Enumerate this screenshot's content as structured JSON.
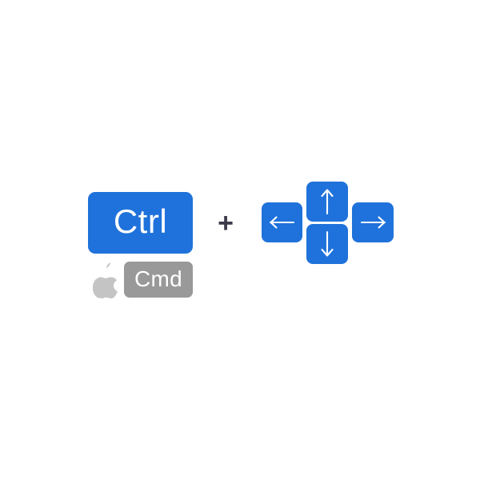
{
  "illustration": {
    "title": "Ctrl plus arrow keys shortcut",
    "background_color": "#ffffff"
  },
  "colors": {
    "key_blue": "#1f72db",
    "cmd_gray": "#999999",
    "apple_logo_gray": "#c4c4c4",
    "plus_dark": "#3c3a4a",
    "key_text": "#ffffff"
  },
  "modifier": {
    "primary_key": {
      "label": "Ctrl",
      "icon": "none",
      "color": "#1f72db"
    },
    "mac_alternative": {
      "apple_icon": "apple-logo-icon",
      "label": "Cmd",
      "color": "#999999"
    }
  },
  "separator": {
    "symbol": "+",
    "name": "plus-sign",
    "color": "#3c3a4a"
  },
  "arrow_keys": [
    {
      "name": "arrow-up",
      "glyph": "↑",
      "label": "Up arrow key",
      "color": "#1f72db"
    },
    {
      "name": "arrow-left",
      "glyph": "←",
      "label": "Left arrow key",
      "color": "#1f72db"
    },
    {
      "name": "arrow-right",
      "glyph": "→",
      "label": "Right arrow key",
      "color": "#1f72db"
    },
    {
      "name": "arrow-down",
      "glyph": "↓",
      "label": "Down arrow key",
      "color": "#1f72db"
    }
  ]
}
